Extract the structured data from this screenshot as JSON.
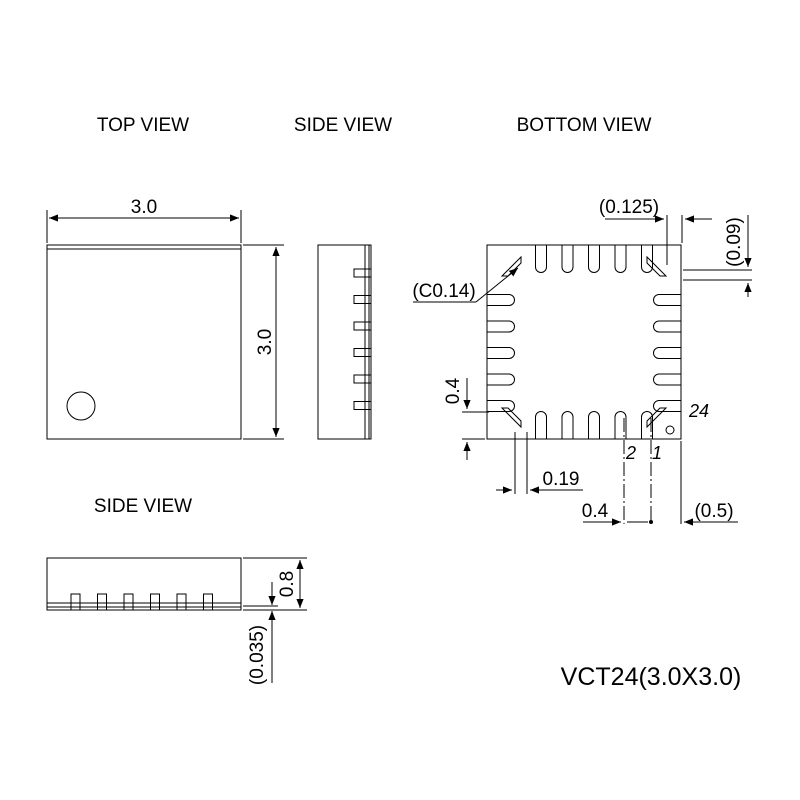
{
  "views": {
    "top": "TOP VIEW",
    "side_right": "SIDE VIEW",
    "bottom": "BOTTOM VIEW",
    "side_bottom": "SIDE VIEW"
  },
  "dims": {
    "top_width": "3.0",
    "top_height": "3.0",
    "thickness": "0.8",
    "standoff": "(0.035)",
    "pad_extent": "(0.125)",
    "pad_offset": "(0.09)",
    "chamfer": "(C0.14)",
    "pad_length": "0.4",
    "pad_width": "0.19",
    "pitch": "0.4",
    "pin1_offset": "(0.5)"
  },
  "pins": {
    "p24": "24",
    "p2": "2",
    "p1": "1"
  },
  "package": "VCT24(3.0X3.0)"
}
